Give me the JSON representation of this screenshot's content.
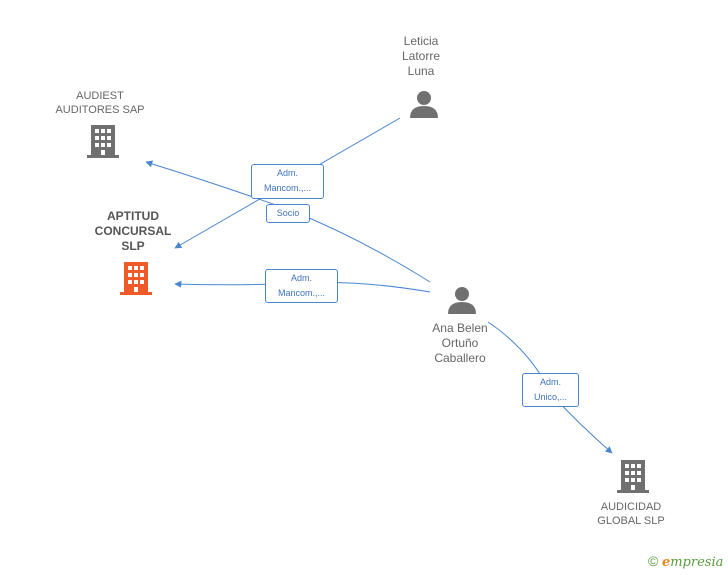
{
  "nodes": {
    "leticia": {
      "label": "Leticia\nLatorre\nLuna",
      "type": "person"
    },
    "audiest": {
      "label": "AUDIEST\nAUDITORES SAP",
      "type": "company"
    },
    "aptitud": {
      "label": "APTITUD\nCONCURSAL\nSLP",
      "type": "company-highlight"
    },
    "ana": {
      "label": "Ana Belen\nOrtuño\nCaballero",
      "type": "person"
    },
    "audicidad": {
      "label": "AUDICIDAD\nGLOBAL  SLP",
      "type": "company"
    }
  },
  "edges": {
    "leticia_aptitud": {
      "label": "Adm.\nMancom.,..."
    },
    "ana_audiest": {
      "label": "Socio"
    },
    "ana_aptitud": {
      "label": "Adm.\nMancom.,..."
    },
    "ana_audicidad": {
      "label": "Adm.\nUnico,..."
    }
  },
  "colors": {
    "edge": "#4a86cf",
    "company_icon": "#707070",
    "person_icon": "#707070",
    "highlight_icon": "#f05a28"
  },
  "brand": {
    "copyright": "©",
    "first_letter": "e",
    "rest": "mpresia"
  }
}
